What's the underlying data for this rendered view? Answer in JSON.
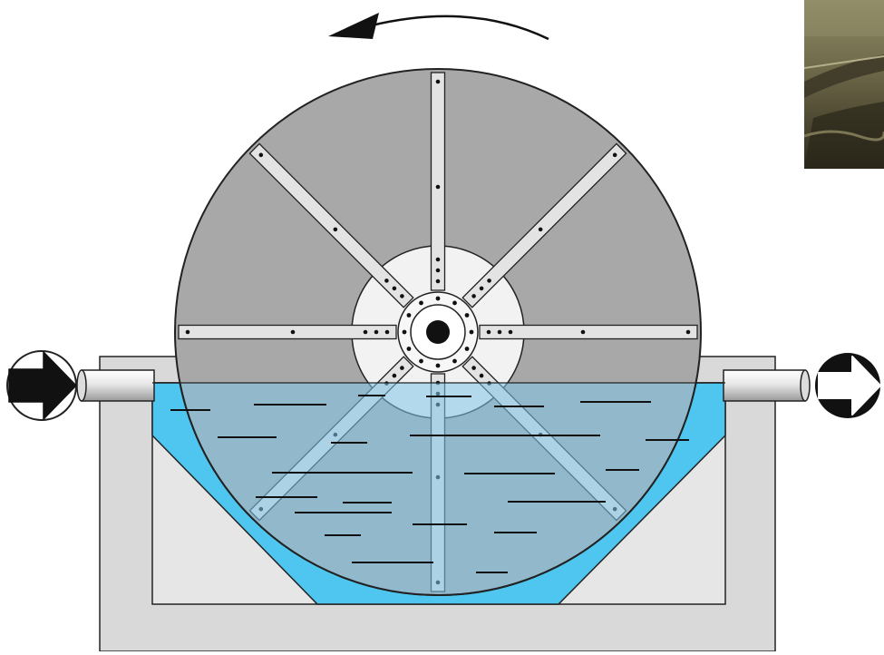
{
  "diagram": {
    "type": "rotating disc water treatment schematic",
    "rotation_direction": "counterclockwise",
    "spoke_count": 8,
    "inlet": "left",
    "outlet": "right",
    "colors": {
      "disc": "#a8a8a8",
      "disc_outline": "#222222",
      "spoke": "#e3e3e3",
      "hub": "#f2f2f2",
      "tank": "#d9d9d9",
      "tank_inner": "#e6e6e6",
      "water": "#4fc6ef",
      "water_overlay": "#7fc7e8",
      "inlet_arrow": "#111111",
      "outlet_arrow": "#ffffff",
      "photo_tones": [
        "#2e2a1d",
        "#5b553b",
        "#8e8a66"
      ]
    },
    "icons": {
      "rotation_arrow": "curved-arrow-left-icon",
      "inlet_arrow": "arrow-right-filled-icon",
      "outlet_arrow": "arrow-right-outline-icon"
    }
  }
}
